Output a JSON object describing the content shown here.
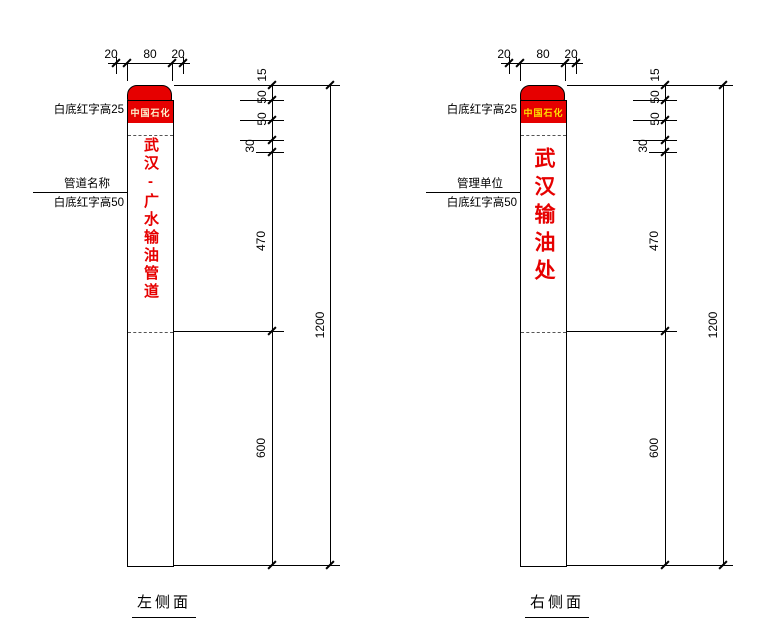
{
  "colors": {
    "post_red": "#e60000",
    "marking_text_red": "#e60000",
    "brand_text_left": "#fdf3d0",
    "brand_text_right": "#ffe100",
    "line": "#000000",
    "background": "#ffffff"
  },
  "dims": {
    "width_left": "20",
    "width_center": "80",
    "width_right": "20",
    "h_cap": "15",
    "h_band1": "50",
    "h_band2": "50",
    "h_gap": "30",
    "h_text": "470",
    "h_buried": "600",
    "h_total": "1200"
  },
  "left_view": {
    "caption": "左侧面",
    "note_cap": "白底红字高25",
    "label_name": "管道名称",
    "note_text": "白底红字高50",
    "brand": "中国石化",
    "post_text": "武汉-广水输油管道"
  },
  "right_view": {
    "caption": "右侧面",
    "note_cap": "白底红字高25",
    "label_name": "管理单位",
    "note_text": "白底红字高50",
    "brand": "中国石化",
    "post_text": "武汉输油处"
  }
}
